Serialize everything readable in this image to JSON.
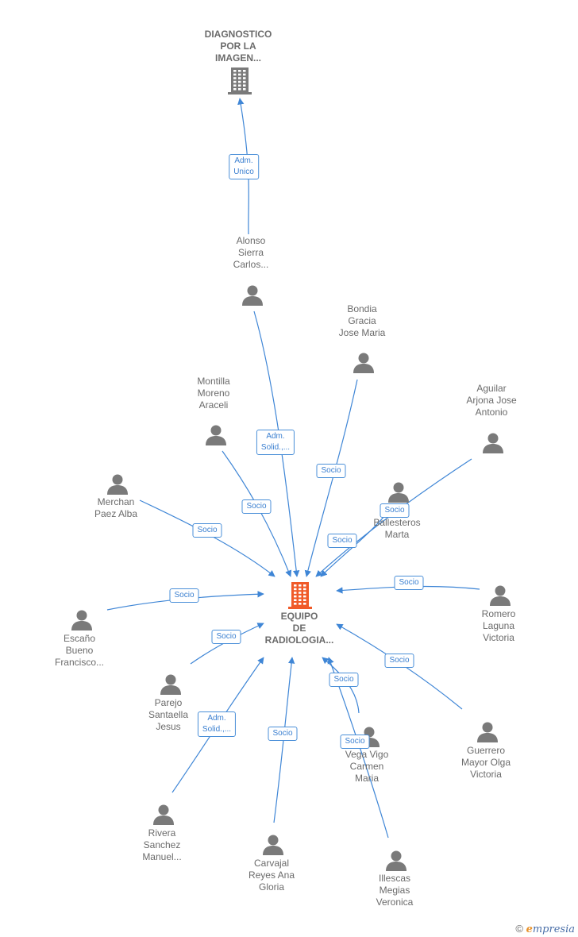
{
  "colors": {
    "edge": "#3f86d6",
    "person": "#7a7a7a",
    "company_main": "#f05a28",
    "company_other": "#7a7a7a"
  },
  "nodes": [
    {
      "id": "diag",
      "type": "company",
      "label": "DIAGNOSTICO\nPOR LA\nIMAGEN...",
      "icon": "building-icon"
    },
    {
      "id": "equipo",
      "type": "company-main",
      "label": "EQUIPO\nDE\nRADIOLOGIA...",
      "icon": "building-icon"
    },
    {
      "id": "alonso",
      "type": "person",
      "label": "Alonso\nSierra\nCarlos...",
      "icon": "person-icon"
    },
    {
      "id": "bondia",
      "type": "person",
      "label": "Bondia\nGracia\nJose Maria",
      "icon": "person-icon"
    },
    {
      "id": "montilla",
      "type": "person",
      "label": "Montilla\nMoreno\nAraceli",
      "icon": "person-icon"
    },
    {
      "id": "aguilar",
      "type": "person",
      "label": "Aguilar\nArjona Jose\nAntonio",
      "icon": "person-icon"
    },
    {
      "id": "merchan",
      "type": "person",
      "label": "Merchan\nPaez Alba",
      "icon": "person-icon"
    },
    {
      "id": "ballesteros",
      "type": "person",
      "label": "Ballesteros\nMarta",
      "icon": "person-icon"
    },
    {
      "id": "romero",
      "type": "person",
      "label": "Romero\nLaguna\nVictoria",
      "icon": "person-icon"
    },
    {
      "id": "escano",
      "type": "person",
      "label": "Escaño\nBueno\nFrancisco...",
      "icon": "person-icon"
    },
    {
      "id": "parejo",
      "type": "person",
      "label": "Parejo\nSantaella\nJesus",
      "icon": "person-icon"
    },
    {
      "id": "guerrero",
      "type": "person",
      "label": "Guerrero\nMayor Olga\nVictoria",
      "icon": "person-icon"
    },
    {
      "id": "vega",
      "type": "person",
      "label": "Vega Vigo\nCarmen\nMaria",
      "icon": "person-icon"
    },
    {
      "id": "rivera",
      "type": "person",
      "label": "Rivera\nSanchez\nManuel...",
      "icon": "person-icon"
    },
    {
      "id": "carvajal",
      "type": "person",
      "label": "Carvajal\nReyes Ana\nGloria",
      "icon": "person-icon"
    },
    {
      "id": "illescas",
      "type": "person",
      "label": "Illescas\nMegias\nVeronica",
      "icon": "person-icon"
    }
  ],
  "edges": [
    {
      "from": "alonso",
      "to": "diag",
      "label": "Adm.\nUnico"
    },
    {
      "from": "alonso",
      "to": "equipo",
      "label": "Adm.\nSolid.,..."
    },
    {
      "from": "bondia",
      "to": "equipo",
      "label": "Socio"
    },
    {
      "from": "montilla",
      "to": "equipo",
      "label": "Socio"
    },
    {
      "from": "aguilar",
      "to": "equipo",
      "label": "Socio"
    },
    {
      "from": "merchan",
      "to": "equipo",
      "label": "Socio"
    },
    {
      "from": "ballesteros",
      "to": "equipo",
      "label": "Socio"
    },
    {
      "from": "romero",
      "to": "equipo",
      "label": "Socio"
    },
    {
      "from": "escano",
      "to": "equipo",
      "label": "Socio"
    },
    {
      "from": "parejo",
      "to": "equipo",
      "label": "Socio"
    },
    {
      "from": "guerrero",
      "to": "equipo",
      "label": "Socio"
    },
    {
      "from": "vega",
      "to": "equipo",
      "label": "Socio"
    },
    {
      "from": "rivera",
      "to": "equipo",
      "label": "Adm.\nSolid.,..."
    },
    {
      "from": "carvajal",
      "to": "equipo",
      "label": "Socio"
    },
    {
      "from": "illescas",
      "to": "equipo",
      "label": "Socio"
    }
  ],
  "footer": {
    "copyright": "©",
    "brand_initial": "e",
    "brand_rest": "mpresia"
  }
}
